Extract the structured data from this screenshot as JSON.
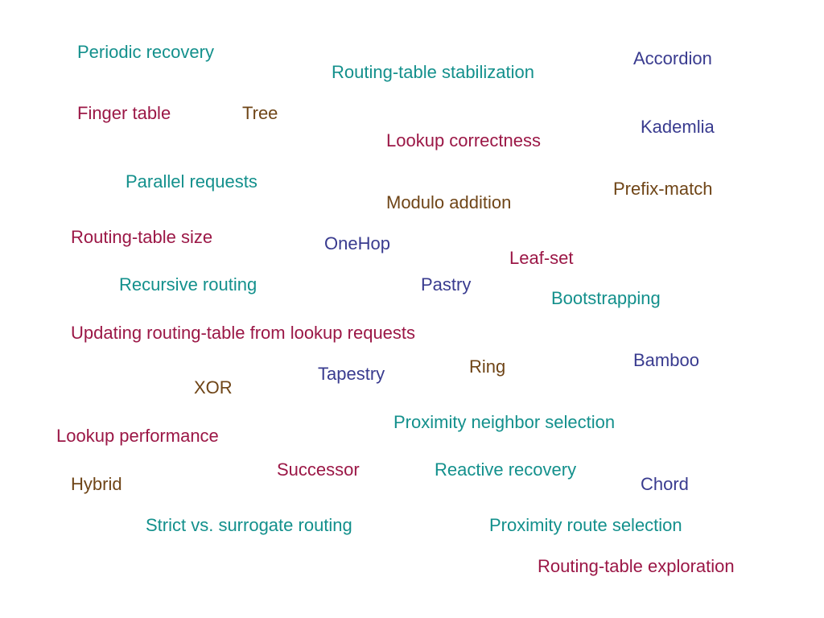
{
  "colors": {
    "teal": "#13908c",
    "crimson": "#9b1746",
    "brown": "#6f4517",
    "indigo": "#393b8f"
  },
  "terms": {
    "periodic_recovery": "Periodic recovery",
    "routing_table_stabilization": "Routing-table stabilization",
    "accordion": "Accordion",
    "finger_table": "Finger table",
    "tree": "Tree",
    "kademlia": "Kademlia",
    "lookup_correctness": "Lookup correctness",
    "parallel_requests": "Parallel requests",
    "prefix_match": "Prefix-match",
    "modulo_addition": "Modulo addition",
    "routing_table_size": "Routing-table size",
    "onehop": "OneHop",
    "leaf_set": "Leaf-set",
    "recursive_routing": "Recursive routing",
    "pastry": "Pastry",
    "bootstrapping": "Bootstrapping",
    "updating_routing_table": "Updating routing-table from lookup requests",
    "bamboo": "Bamboo",
    "ring": "Ring",
    "tapestry": "Tapestry",
    "xor": "XOR",
    "proximity_neighbor_selection": "Proximity neighbor selection",
    "lookup_performance": "Lookup performance",
    "successor": "Successor",
    "reactive_recovery": "Reactive recovery",
    "hybrid": "Hybrid",
    "chord": "Chord",
    "strict_vs_surrogate_routing": "Strict vs. surrogate routing",
    "proximity_route_selection": "Proximity route selection",
    "routing_table_exploration": "Routing-table exploration"
  }
}
